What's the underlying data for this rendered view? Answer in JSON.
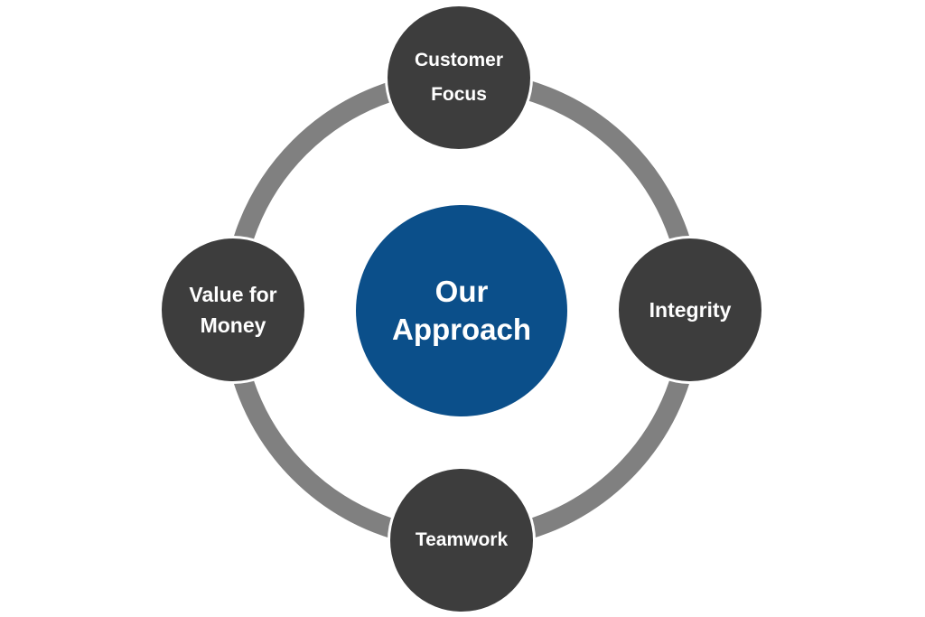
{
  "center": {
    "line1": "Our",
    "line2": "Approach"
  },
  "nodes": [
    {
      "id": "top",
      "line1": "Customer",
      "line2": "Focus"
    },
    {
      "id": "right",
      "line1": "Integrity"
    },
    {
      "id": "bottom",
      "line1": "Teamwork"
    },
    {
      "id": "left",
      "line1": "Value for",
      "line2": "Money"
    }
  ],
  "colors": {
    "ring": "#808080",
    "node": "#3d3d3d",
    "center": "#0b4f8a"
  }
}
